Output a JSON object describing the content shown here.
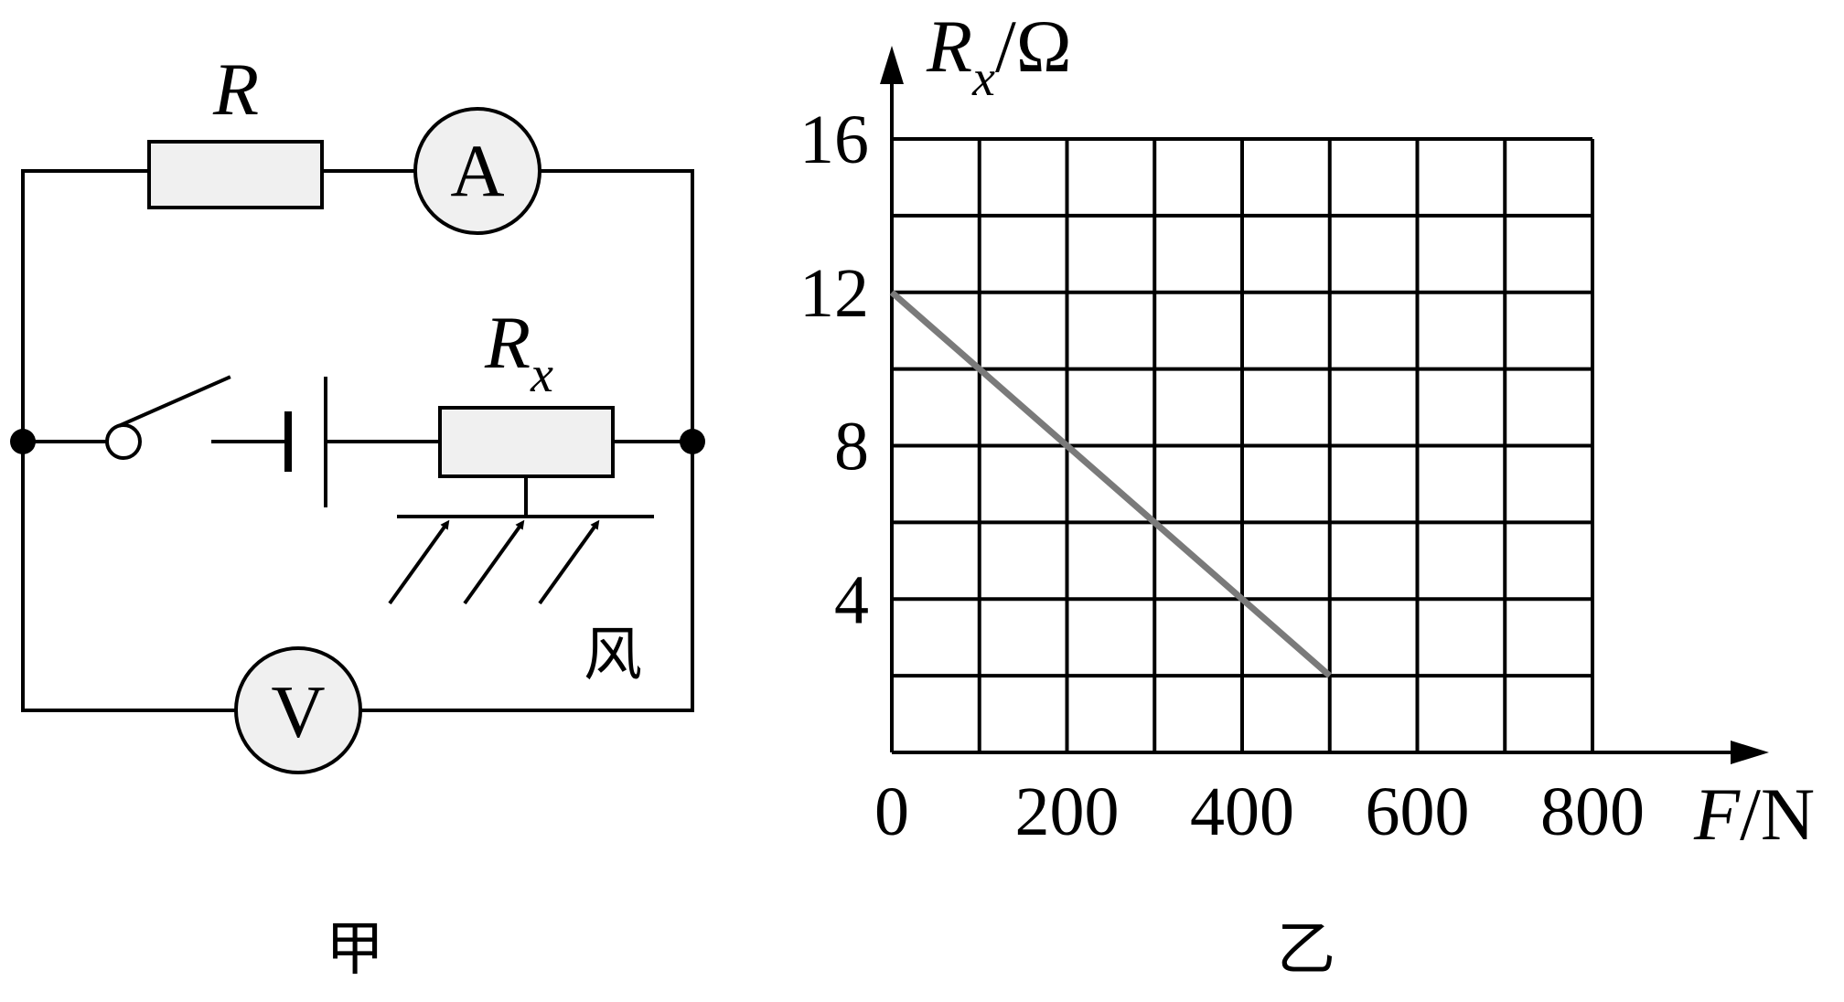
{
  "circuit": {
    "resistor_label": "R",
    "sensor_label_main": "R",
    "sensor_label_sub": "x",
    "ammeter_label": "A",
    "voltmeter_label": "V",
    "wind_label": "风",
    "caption": "甲"
  },
  "graph": {
    "caption": "乙",
    "ylabel_main": "R",
    "ylabel_sub": "x",
    "ylabel_unit": "/Ω",
    "xlabel_main": "F",
    "xlabel_unit": "/N",
    "origin_label": "0",
    "x_tick_labels": [
      "200",
      "400",
      "600",
      "800"
    ],
    "y_tick_labels": [
      "4",
      "8",
      "12",
      "16"
    ]
  },
  "chart_data": {
    "type": "line",
    "x_range": [
      0,
      800
    ],
    "y_range": [
      0,
      16
    ],
    "x_grid_step": 100,
    "y_grid_step": 2,
    "grid": true,
    "series": [
      {
        "x": [
          0,
          500
        ],
        "y": [
          12,
          2
        ],
        "color": "#7a7a7a"
      }
    ]
  }
}
